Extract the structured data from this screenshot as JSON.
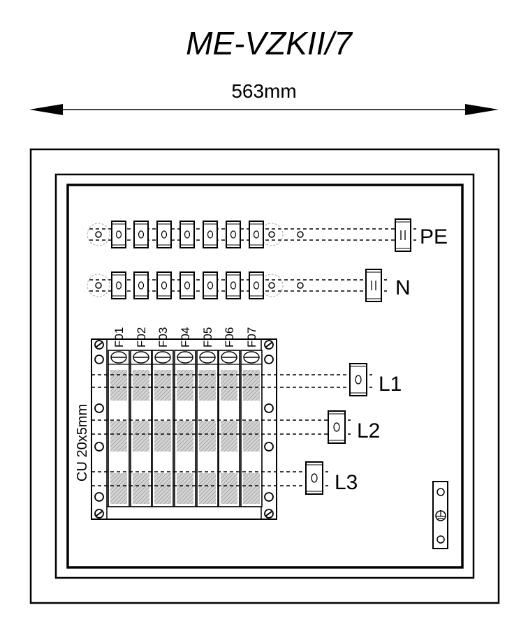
{
  "drawing": {
    "title": "ME-VZKII/7",
    "width_dimension": "563mm",
    "busbar_spec": "CU 20x5mm",
    "bars": {
      "pe": "PE",
      "n": "N"
    },
    "phases": [
      "L1",
      "L2",
      "L3"
    ],
    "fuses": [
      "F01",
      "F02",
      "F03",
      "F04",
      "F05",
      "F06",
      "F07"
    ]
  }
}
